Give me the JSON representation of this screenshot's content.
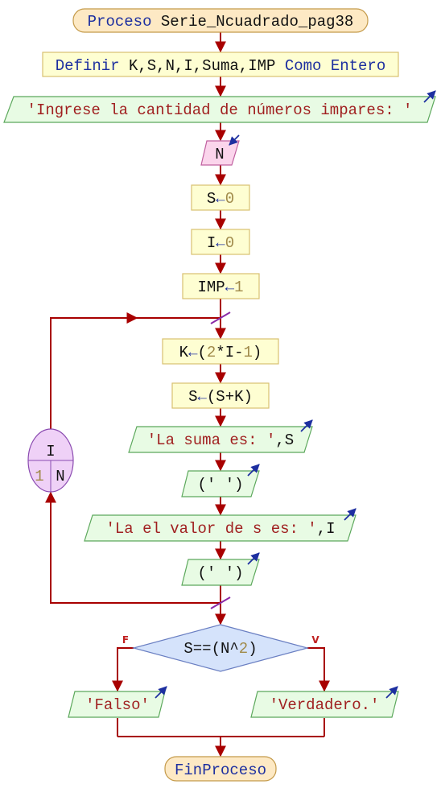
{
  "diagram": {
    "start": {
      "keyword": "Proceso",
      "name": "Serie_Ncuadrado_pag38"
    },
    "define": {
      "keyword": "Definir",
      "vars": "K,S,N,I,Suma,IMP",
      "type_keyword": "Como",
      "type": "Entero"
    },
    "prompt": {
      "text": "'Ingrese la cantidad de números impares: '"
    },
    "read": {
      "var": "N"
    },
    "assign_s": {
      "var": "S",
      "arrow": "←",
      "value": "0"
    },
    "assign_i": {
      "var": "I",
      "arrow": "←",
      "value": "0"
    },
    "assign_imp": {
      "var": "IMP",
      "arrow": "←",
      "value": "1"
    },
    "loop": {
      "var": "I",
      "from": "1",
      "to": "N"
    },
    "assign_k": {
      "var": "K",
      "arrow": "←",
      "open": "(",
      "two": "2",
      "mid": "*I-",
      "one": "1",
      "close": ")"
    },
    "assign_s_sum": {
      "var": "S",
      "arrow": "←",
      "expr": "(S+K)"
    },
    "out_suma": {
      "str": "'La suma es: '",
      "rest": ",S"
    },
    "out_blank1": {
      "text": "(' ')"
    },
    "out_valor": {
      "str": "'La el valor de s es: '",
      "rest": ",I"
    },
    "out_blank2": {
      "text": "(' ')"
    },
    "decision": {
      "pre": "S==(N^",
      "num": "2",
      "post": ")",
      "false_label": "F",
      "true_label": "V"
    },
    "out_false": {
      "text": "'Falso'"
    },
    "out_true": {
      "text": "'Verdadero.'"
    },
    "end": {
      "label": "FinProceso"
    }
  },
  "colors": {
    "edge": "#a80000",
    "process_fill": "#fefed2",
    "process_stroke": "#d8c070",
    "io_fill": "#e8fbe4",
    "io_stroke": "#5ca85c",
    "read_fill": "#fbd5ec",
    "read_stroke": "#c060a0",
    "decision_fill": "#d5e3fb",
    "decision_stroke": "#6a7fc2",
    "loop_fill": "#efd1f7",
    "loop_stroke": "#8a4ab0",
    "terminal_fill": "#fde9c4",
    "terminal_stroke": "#c49a4a",
    "loop_mark": "#8a2aa8",
    "io_arrow": "#1d2fa0"
  }
}
